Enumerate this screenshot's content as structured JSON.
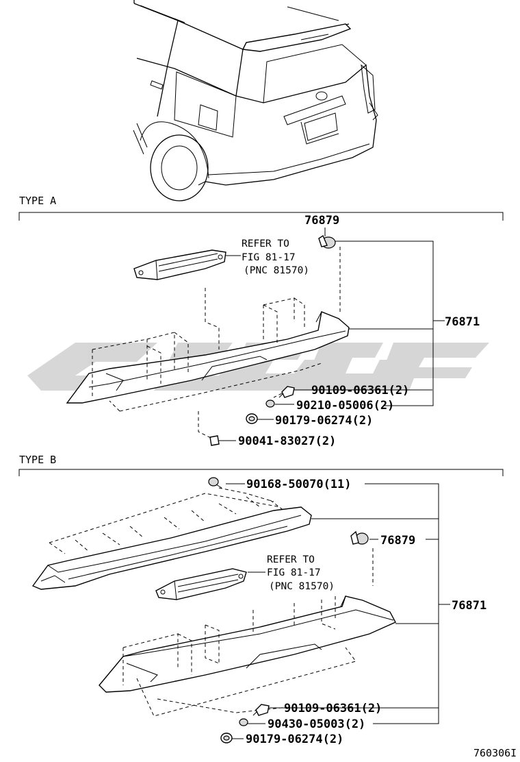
{
  "sections": [
    {
      "title": "TYPE A"
    },
    {
      "title": "TYPE B"
    }
  ],
  "type_a": {
    "refer": {
      "line1": "REFER TO",
      "line2": "FIG 81-17",
      "line3": "(PNC 81570)"
    },
    "parts": {
      "p76879": "76879",
      "p76871": "76871",
      "p90109": "90109-06361(2)",
      "p90210": "90210-05006(2)",
      "p90179": "90179-06274(2)",
      "p90041": "90041-83027(2)"
    }
  },
  "type_b": {
    "refer": {
      "line1": "REFER TO",
      "line2": "FIG 81-17",
      "line3": "(PNC 81570)"
    },
    "parts": {
      "p90168": "90168-50070(11)",
      "p76879": "76879",
      "p76871": "76871",
      "p90109": "90109-06361(2)",
      "p90430": "90430-05003(2)",
      "p90179": "90179-06274(2)"
    }
  },
  "figure_code": "760306I",
  "watermark_color": "#d0d0d0"
}
